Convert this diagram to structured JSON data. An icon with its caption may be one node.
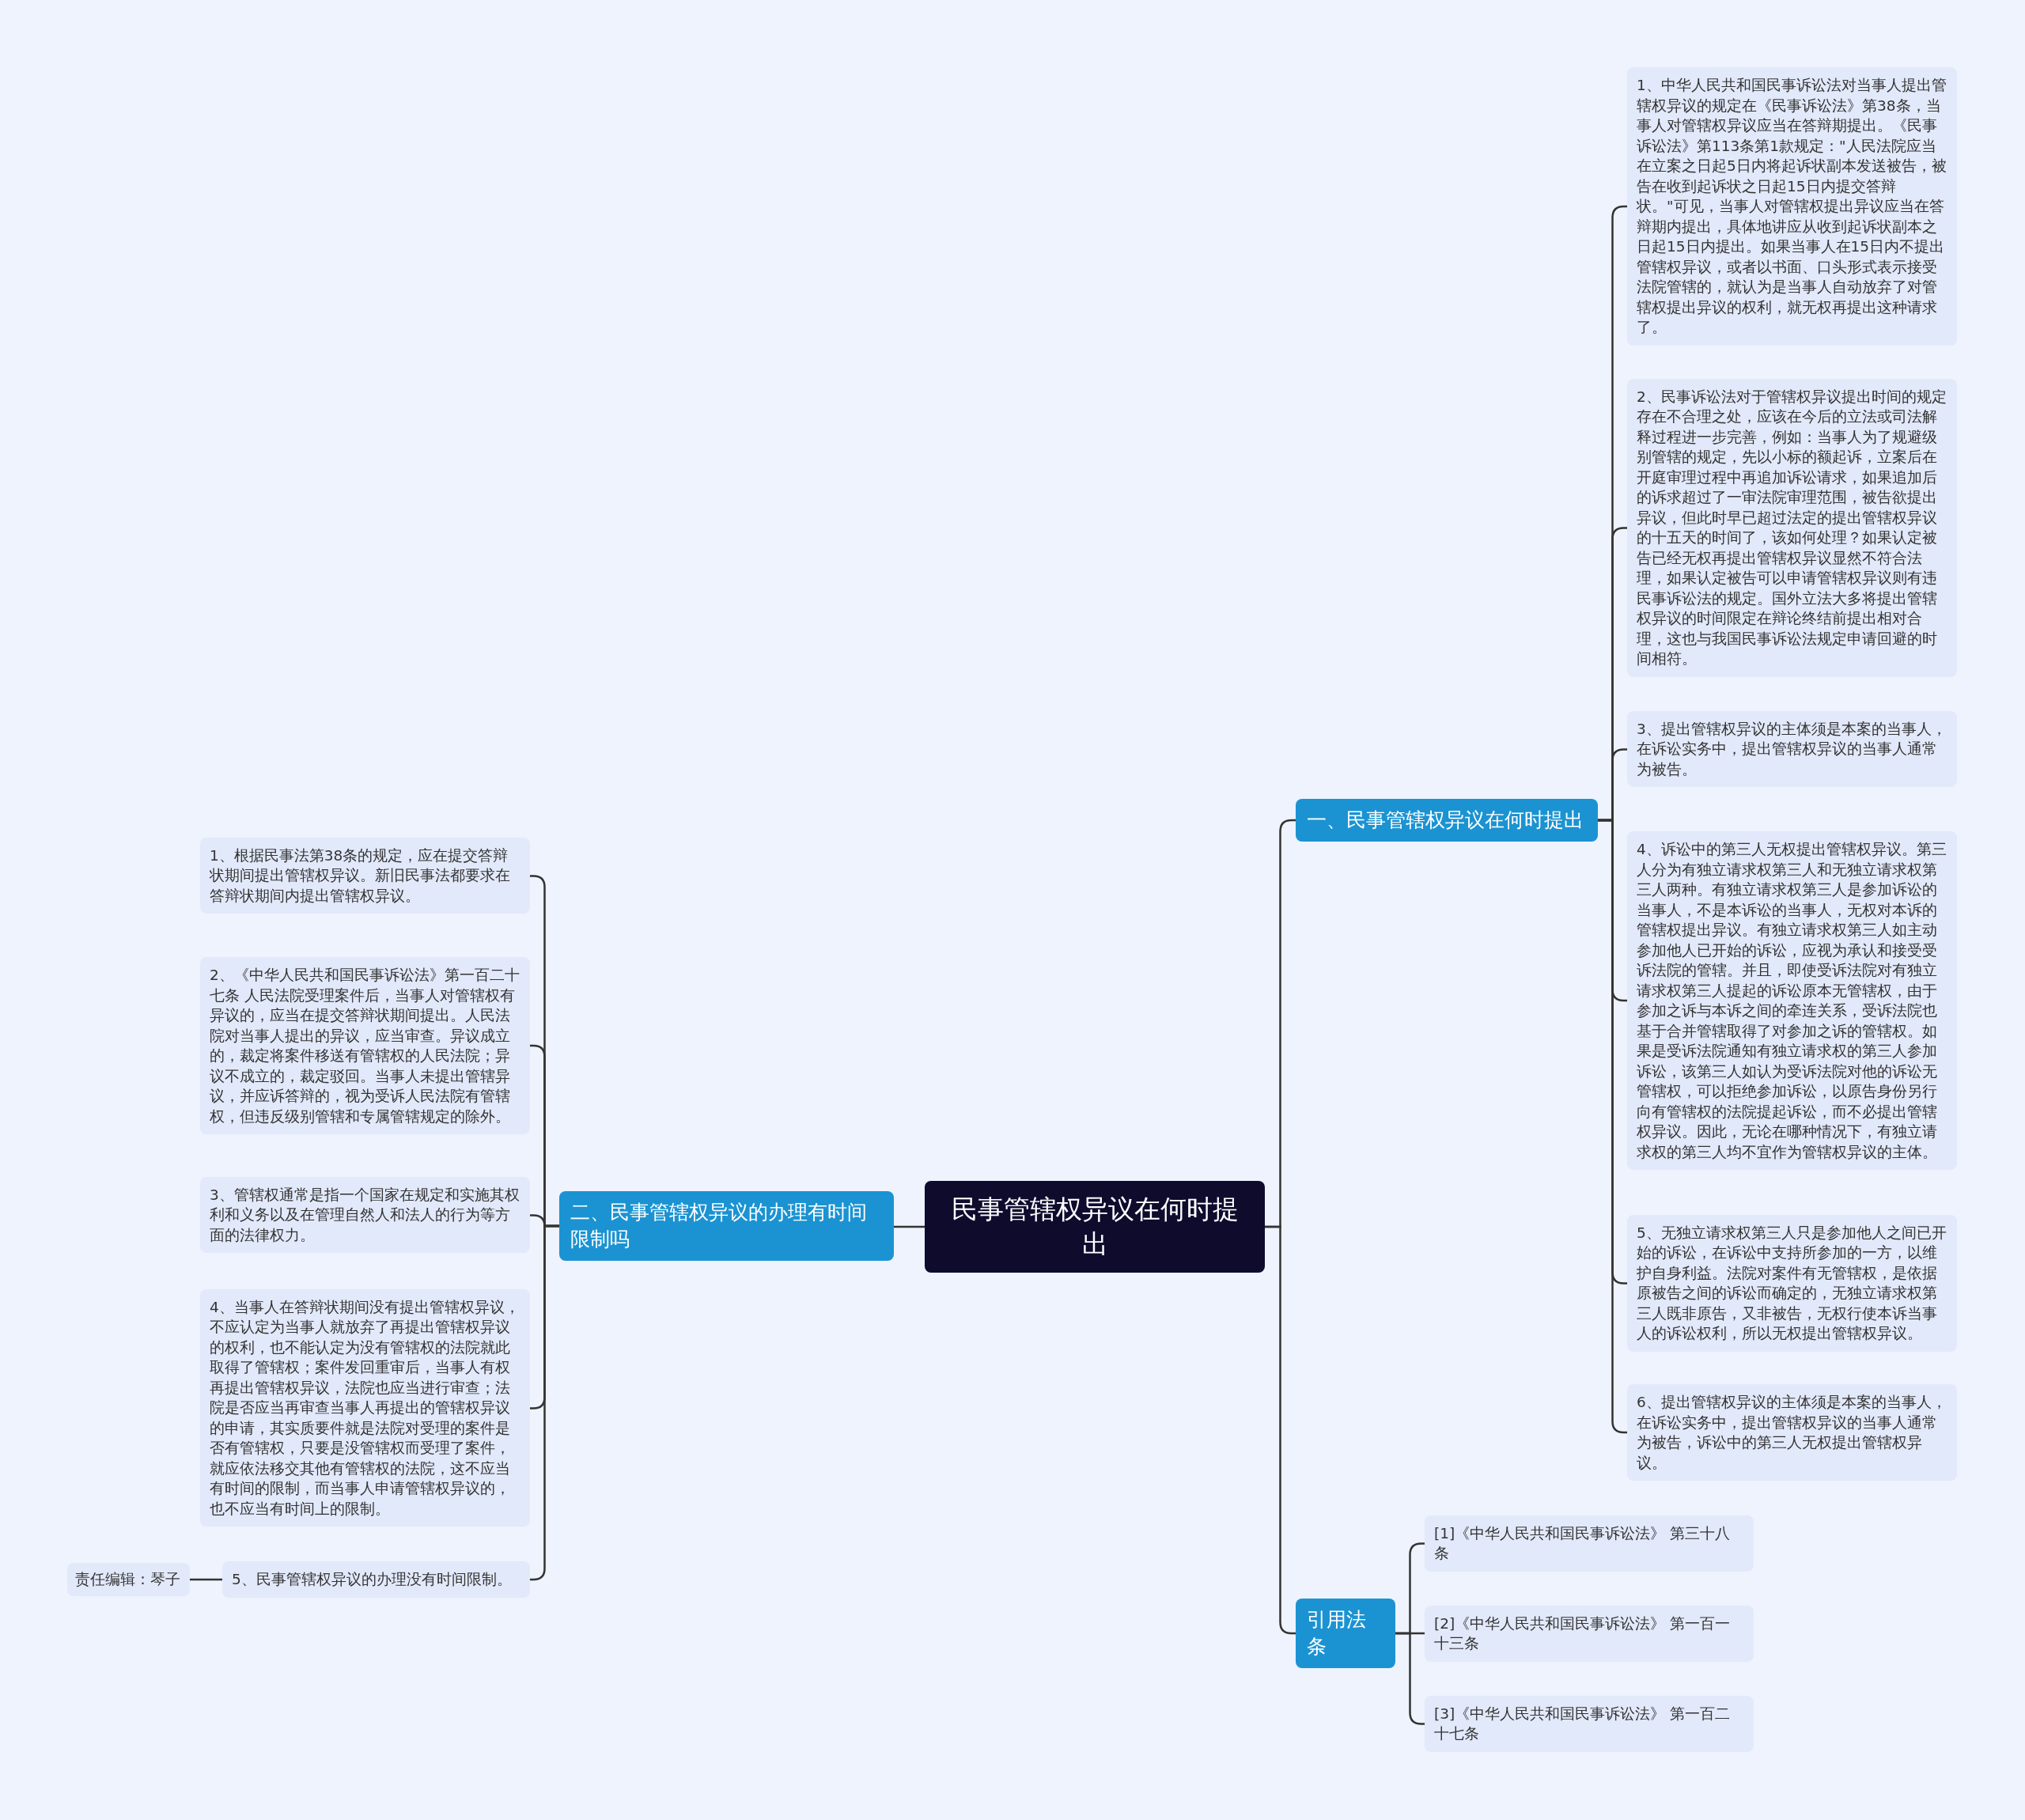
{
  "diagram": {
    "nodes": [
      {
        "text": [
          "民事管辖权异议在何时提出"
        ]
      },
      {
        "text": [
          "一、民事管辖权异议在何时提出"
        ]
      },
      {
        "text": [
          "1、中华人民共和国民事诉讼法对当事人提出管辖权异议的规定在《民事诉讼法》第38条，当事人对管辖权异议应当在答辩期提出。《民事诉讼法》第113条第1款规定：\"人民法院应当在立案之日起5日内将起诉状副本发送被告，被告在收到起诉状之日起15日内提交答辩状。\"可见，当事人对管辖权提出异议应当在答辩期内提出，具体地讲应从收到起诉状副本之日起15日内提出。如果当事人在15日内不提出管辖权异议，或者以书面、口头形式表示接受法院管辖的，就认为是当事人自动放弃了对管辖权提出异议的权利，就无权再提出这种请求了。"
        ]
      },
      {
        "text": [
          "2、民事诉讼法对于管辖权异议提出时间的规定存在不合理之处，应该在今后的立法或司法解释过程进一步完善，例如：当事人为了规避级别管辖的规定，先以小标的额起诉，立案后在开庭审理过程中再追加诉讼请求，如果追加后的诉求超过了一审法院审理范围，被告欲提出异议，但此时早已超过法定的提出管辖权异议的十五天的时间了，该如何处理？如果认定被告已经无权再提出管辖权异议显然不符合法理，如果认定被告可以申请管辖权异议则有违民事诉讼法的规定。国外立法大多将提出管辖权异议的时间限定在辩论终结前提出相对合理，这也与我国民事诉讼法规定申请回避的时间相符。"
        ]
      },
      {
        "text": [
          "3、提出管辖权异议的主体须是本案的当事人，在诉讼实务中，提出管辖权异议的当事人通常为被告。"
        ]
      },
      {
        "text": [
          "4、诉讼中的第三人无权提出管辖权异议。第三人分为有独立请求权第三人和无独立请求权第三人两种。有独立请求权第三人是参加诉讼的当事人，不是本诉讼的当事人，无权对本诉的管辖权提出异议。有独立请求权第三人如主动参加他人已开始的诉讼，应视为承认和接受受诉法院的管辖。并且，即使受诉法院对有独立请求权第三人提起的诉讼原本无管辖权，由于参加之诉与本诉之间的牵连关系，受诉法院也基于合并管辖取得了对参加之诉的管辖权。如果是受诉法院通知有独立请求权的第三人参加诉讼，该第三人如认为受诉法院对他的诉讼无管辖权，可以拒绝参加诉讼，以原告身份另行向有管辖权的法院提起诉讼，而不必提出管辖权异议。因此，无论在哪种情况下，有独立请求权的第三人均不宜作为管辖权异议的主体。"
        ]
      },
      {
        "text": [
          "5、无独立请求权第三人只是参加他人之间已开始的诉讼，在诉讼中支持所参加的一方，以维护自身利益。法院对案件有无管辖权，是依据原被告之间的诉讼而确定的，无独立请求权第三人既非原告，又非被告，无权行使本诉当事人的诉讼权利，所以无权提出管辖权异议。"
        ]
      },
      {
        "text": [
          "6、提出管辖权异议的主体须是本案的当事人，在诉讼实务中，提出管辖权异议的当事人通常为被告，诉讼中的第三人无权提出管辖权异议。"
        ]
      },
      {
        "text": [
          "引用法条"
        ]
      },
      {
        "text": [
          "[1]《中华人民共和国民事诉讼法》 第三十八条"
        ]
      },
      {
        "text": [
          "[2]《中华人民共和国民事诉讼法》 第一百一十三条"
        ]
      },
      {
        "text": [
          "[3]《中华人民共和国民事诉讼法》 第一百二十七条"
        ]
      },
      {
        "text": [
          "二、民事管辖权异议的办理有时间限制吗"
        ]
      },
      {
        "text": [
          "1、根据民事法第38条的规定，应在提交答辩状期间提出管辖权异议。新旧民事法都要求在答辩状期间内提出管辖权异议。"
        ]
      },
      {
        "text": [
          "2、《中华人民共和国民事诉讼法》第一百二十七条 人民法院受理案件后，当事人对管辖权有异议的，应当在提交答辩状期间提出。人民法院对当事人提出的异议，应当审查。异议成立的，裁定将案件移送有管辖权的人民法院；异议不成立的，裁定驳回。当事人未提出管辖异议，并应诉答辩的，视为受诉人民法院有管辖权，但违反级别管辖和专属管辖规定的除外。"
        ]
      },
      {
        "text": [
          "3、管辖权通常是指一个国家在规定和实施其权利和义务以及在管理自然人和法人的行为等方面的法律权力。"
        ]
      },
      {
        "text": [
          "4、当事人在答辩状期间没有提出管辖权异议，不应认定为当事人就放弃了再提出管辖权异议的权利，也不能认定为没有管辖权的法院就此取得了管辖权；案件发回重审后，当事人有权再提出管辖权异议，法院也应当进行审查；法院是否应当再审查当事人再提出的管辖权异议的申请，其实质要件就是法院对受理的案件是否有管辖权，只要是没管辖权而受理了案件，就应依法移交其他有管辖权的法院，这不应当有时间的限制，而当事人申请管辖权异议的，也不应当有时间上的限制。"
        ]
      },
      {
        "text": [
          "5、民事管辖权异议的办理没有时间限制。"
        ]
      },
      {
        "text": [
          "责任编辑：琴子"
        ]
      }
    ],
    "edges": [
      {
        "from": 0,
        "to": 1,
        "arrow": "none"
      },
      {
        "from": 0,
        "to": 8,
        "arrow": "none"
      },
      {
        "from": 0,
        "to": 12,
        "arrow": "none"
      },
      {
        "from": 1,
        "to": 2,
        "arrow": "none"
      },
      {
        "from": 1,
        "to": 3,
        "arrow": "none"
      },
      {
        "from": 1,
        "to": 4,
        "arrow": "none"
      },
      {
        "from": 1,
        "to": 5,
        "arrow": "none"
      },
      {
        "from": 1,
        "to": 6,
        "arrow": "none"
      },
      {
        "from": 1,
        "to": 7,
        "arrow": "none"
      },
      {
        "from": 8,
        "to": 9,
        "arrow": "none"
      },
      {
        "from": 8,
        "to": 10,
        "arrow": "none"
      },
      {
        "from": 8,
        "to": 11,
        "arrow": "none"
      },
      {
        "from": 12,
        "to": 13,
        "arrow": "none"
      },
      {
        "from": 12,
        "to": 14,
        "arrow": "none"
      },
      {
        "from": 12,
        "to": 15,
        "arrow": "none"
      },
      {
        "from": 12,
        "to": 16,
        "arrow": "none"
      },
      {
        "from": 12,
        "to": 17,
        "arrow": "none"
      },
      {
        "from": 17,
        "to": 18,
        "arrow": "none"
      }
    ]
  }
}
